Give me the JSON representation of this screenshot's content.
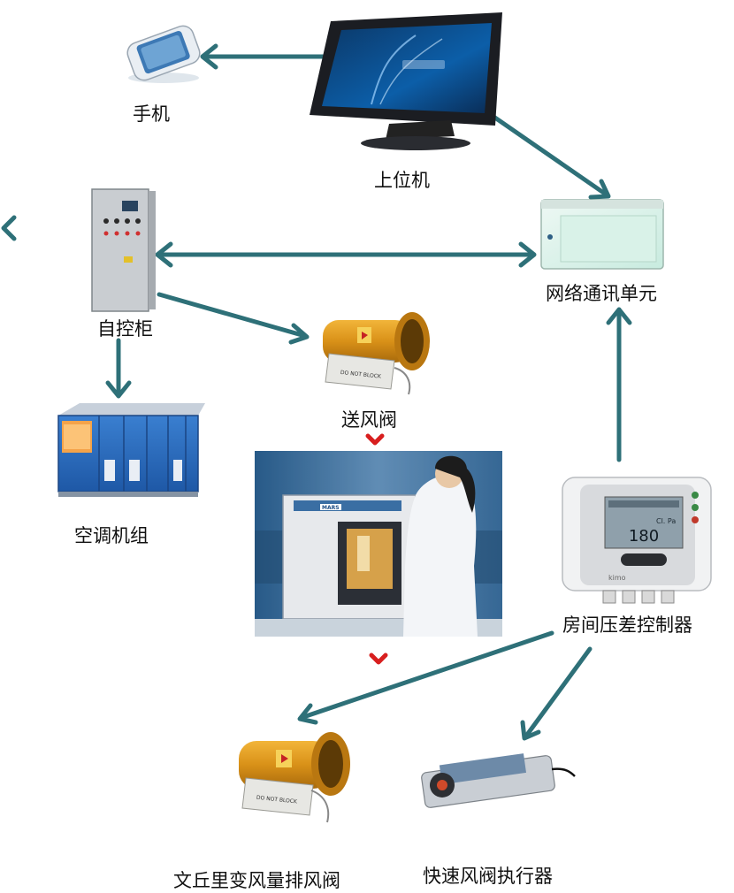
{
  "colors": {
    "arrow": "#2e7078",
    "flow": "#d81f1f"
  },
  "labels": {
    "phone": "手机",
    "host": "上位机",
    "network": "网络通讯单元",
    "cabinet": "自控柜",
    "supply_valve": "送风阀",
    "ahu": "空调机组",
    "controller": "房间压差控制器",
    "exhaust_valve": "文丘里变风量排风阀",
    "actuator": "快速风阀执行器"
  },
  "controller_display": {
    "value": "180",
    "unit": "Cl. Pa",
    "brand": "kimo"
  },
  "valve_tag": "DO NOT BLOCK",
  "cabinet_tag": "",
  "lab_sign": "MARS",
  "icons": [
    "smartphone-icon",
    "monitor-icon",
    "network-cabinet-icon",
    "control-cabinet-icon",
    "venturi-valve-icon",
    "air-handling-unit-icon",
    "lab-scene-image",
    "pressure-controller-icon",
    "damper-actuator-icon"
  ]
}
